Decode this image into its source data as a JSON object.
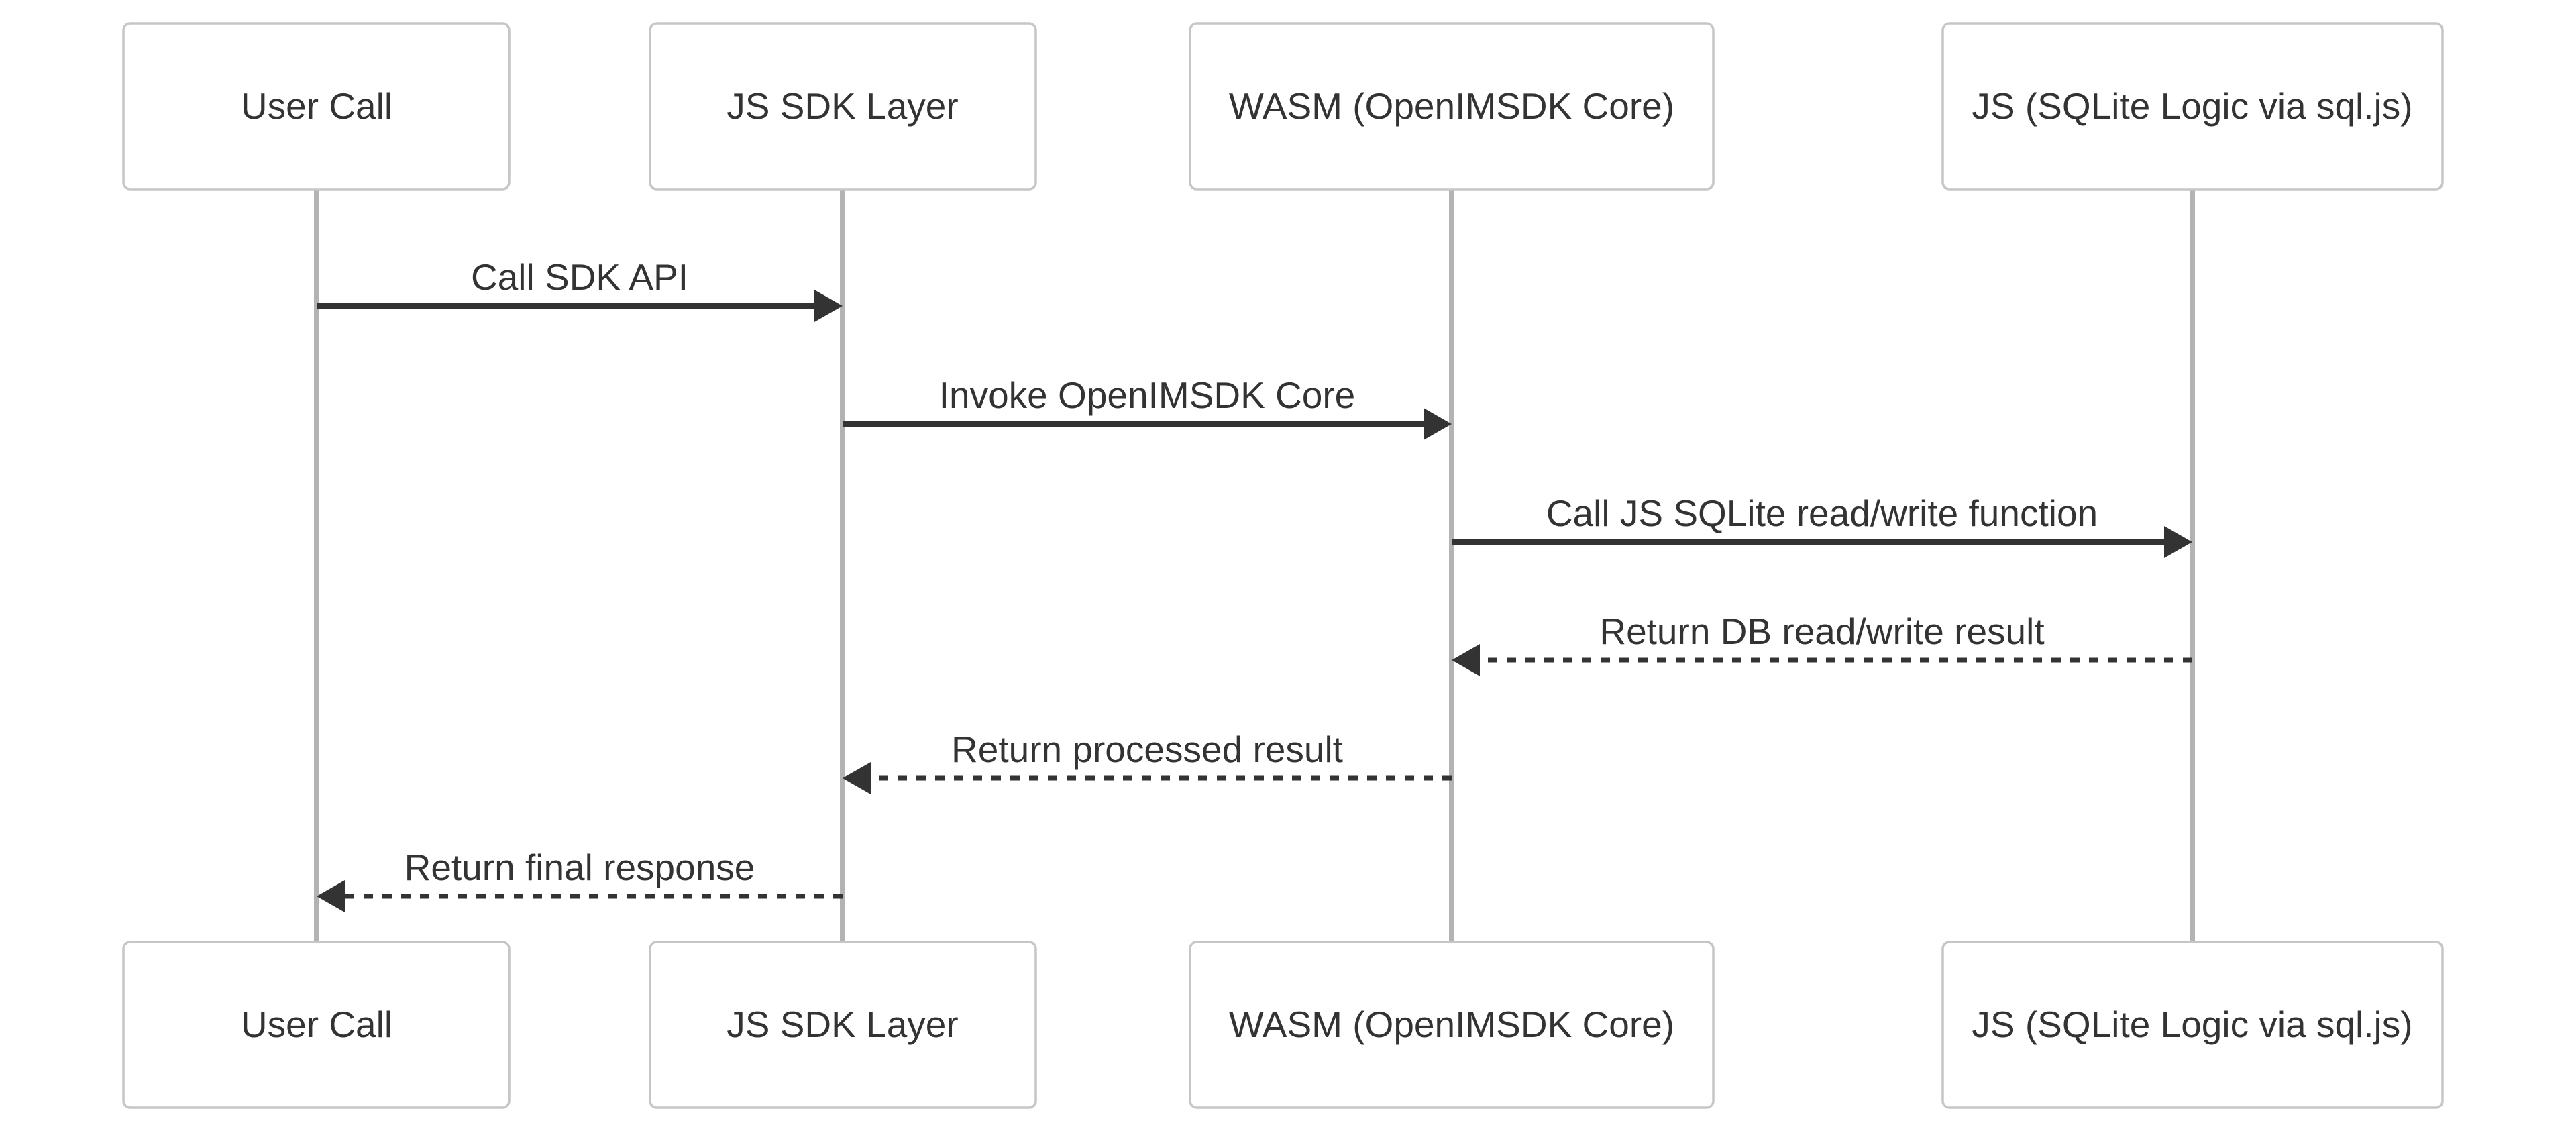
{
  "diagram": {
    "kind": "sequence-diagram",
    "background": "#ffffff",
    "colors": {
      "actor_fill": "#ffffff",
      "actor_border": "#c6c6c6",
      "lifeline": "#b3b3b3",
      "arrow": "#333333",
      "text": "#333333"
    },
    "actors": [
      {
        "id": "user-call",
        "label": "User Call"
      },
      {
        "id": "js-sdk-layer",
        "label": "JS SDK Layer"
      },
      {
        "id": "wasm-core",
        "label": "WASM (OpenIMSDK Core)"
      },
      {
        "id": "js-sqlite",
        "label": "JS (SQLite Logic via sql.js)"
      }
    ],
    "messages": [
      {
        "index": 1,
        "from": "user-call",
        "to": "js-sdk-layer",
        "label": "Call SDK API",
        "line": "solid",
        "direction": "right"
      },
      {
        "index": 2,
        "from": "js-sdk-layer",
        "to": "wasm-core",
        "label": "Invoke OpenIMSDK Core",
        "line": "solid",
        "direction": "right"
      },
      {
        "index": 3,
        "from": "wasm-core",
        "to": "js-sqlite",
        "label": "Call JS SQLite read/write function",
        "line": "solid",
        "direction": "right"
      },
      {
        "index": 4,
        "from": "js-sqlite",
        "to": "wasm-core",
        "label": "Return DB read/write result",
        "line": "dashed",
        "direction": "left"
      },
      {
        "index": 5,
        "from": "wasm-core",
        "to": "js-sdk-layer",
        "label": "Return processed result",
        "line": "dashed",
        "direction": "left"
      },
      {
        "index": 6,
        "from": "js-sdk-layer",
        "to": "user-call",
        "label": "Return final response",
        "line": "dashed",
        "direction": "left"
      }
    ]
  }
}
